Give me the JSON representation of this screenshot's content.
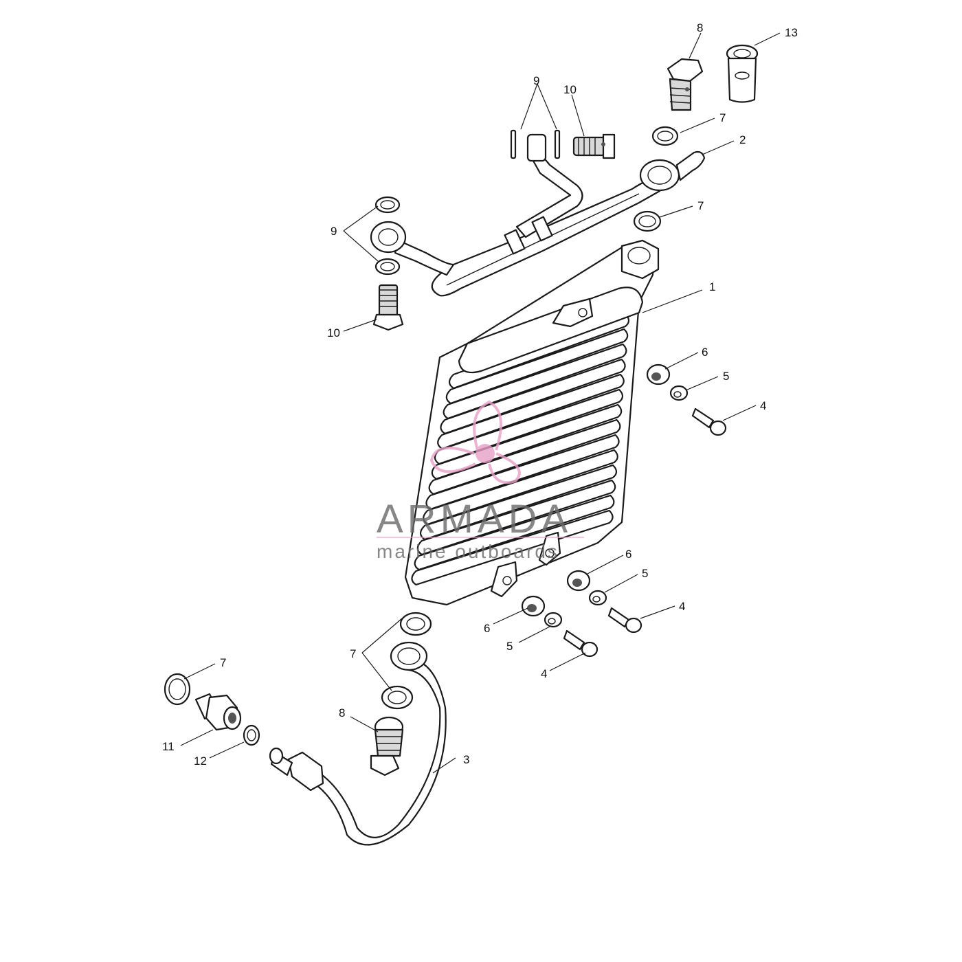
{
  "callouts": {
    "c1": "1",
    "c2": "2",
    "c3": "3",
    "c4a": "4",
    "c4b": "4",
    "c4c": "4",
    "c5a": "5",
    "c5b": "5",
    "c5c": "5",
    "c6a": "6",
    "c6b": "6",
    "c6c": "6",
    "c7a": "7",
    "c7b": "7",
    "c7c": "7",
    "c7d": "7",
    "c8a": "8",
    "c8b": "8",
    "c9a": "9",
    "c9b": "9",
    "c10a": "10",
    "c10b": "10",
    "c11": "11",
    "c12": "12",
    "c13": "13"
  },
  "watermark": {
    "brand": "ARMADA",
    "tagline": "marine outboards",
    "logo_color": "#e8a0c8",
    "text_color": "#6a6a6a"
  }
}
